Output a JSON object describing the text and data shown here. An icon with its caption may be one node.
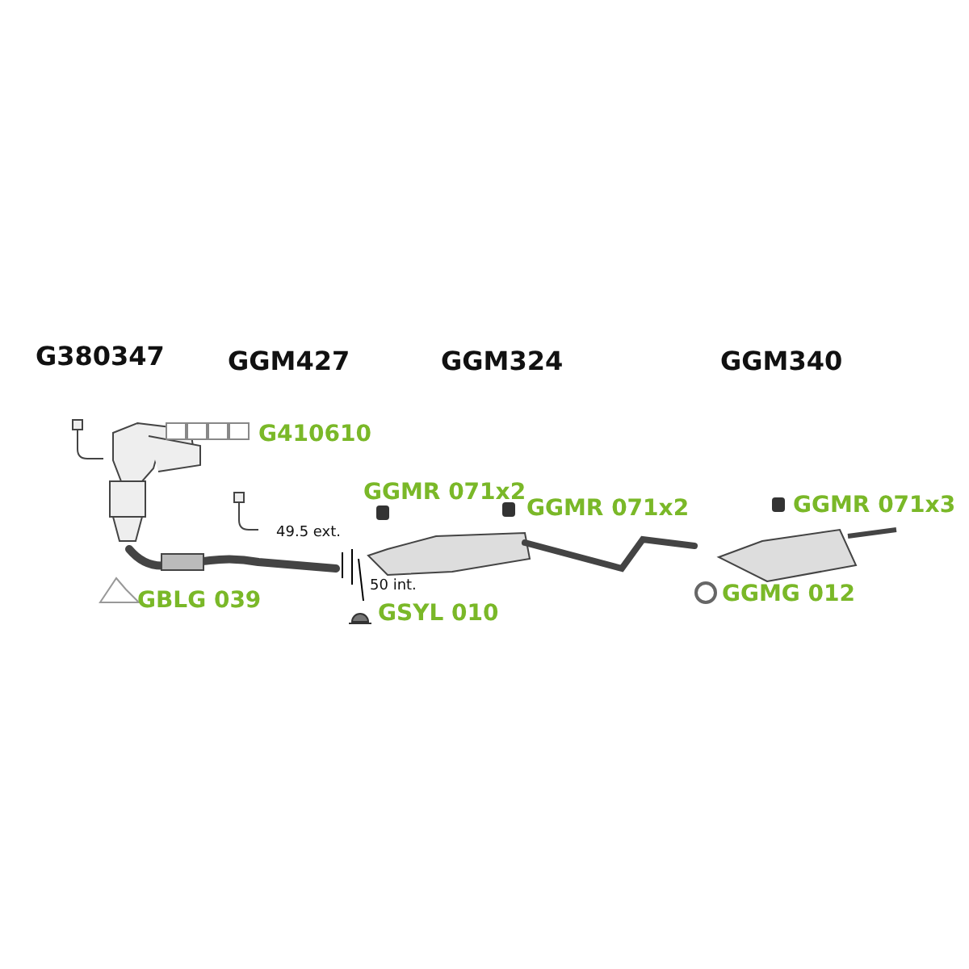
{
  "diagram": {
    "labels": [
      "G380347",
      "GGM427",
      "GGM324",
      "GGM340",
      "G410610",
      "GGMR 071x2",
      "GGMR 071x2",
      "GGMR 071x3",
      "49.5 ext.",
      "GGMG 012",
      "50 int.",
      "GBLG 039",
      "GSYL 010"
    ]
  }
}
